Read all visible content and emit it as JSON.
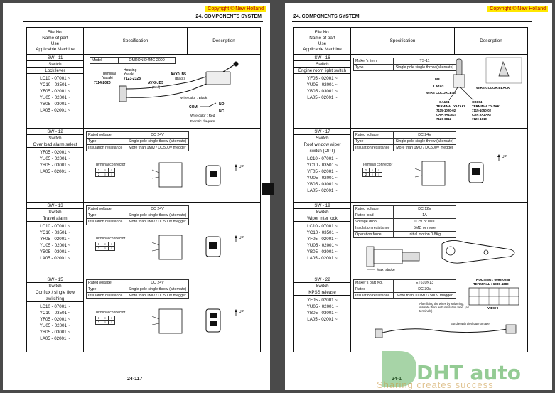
{
  "copyright": "Copyright © New Holland",
  "section_title": "24. COMPONENTS SYSTEM",
  "table_header": {
    "col1": [
      "File No.",
      "Name of part",
      "Use",
      "Applicable Machine"
    ],
    "col2": "Specification",
    "col3": "Description"
  },
  "left_page": {
    "page_number": "24-117",
    "rows": [
      {
        "lines": [
          "SW - 11",
          "Switch",
          "Lock lever"
        ],
        "machines": [
          "LC10 - 07001 ~",
          "YC10 - 03501 ~",
          "YF05 - 02001 ~",
          "YU05 - 02001 ~",
          "YB05 - 03001 ~",
          "LA05 - 02001 ~"
        ],
        "model_label": "Model",
        "model_value": "OMRON D4MC-2000",
        "diagram_labels": {
          "terminal": "Terminal",
          "yazaki": "Yazaki",
          "terminal_part": "7114-2020",
          "housing": "Housing",
          "housing_yazaki": "Yazaki",
          "housing_part": "7123-2328",
          "wire_b5": "AVX0. B5",
          "wire_b5_color": "(Black)",
          "wire_r5": "AVX0. B5",
          "wire_r5_color": "(Red)",
          "wire_color_black": "Wire color : Black",
          "com": "COM",
          "no": "NO",
          "nc": "NC",
          "wire_color_red": "Wire color : Red",
          "electric_diagram": "Electric diagram"
        }
      },
      {
        "lines": [
          "SW - 12",
          "Switch",
          "Over load alarm select"
        ],
        "machines": [
          "YF05 - 02001 ~",
          "YU05 - 02001 ~",
          "YB05 - 03001 ~",
          "LA05 - 02001 ~"
        ],
        "spec": [
          [
            "Rated voltage",
            "DC 24V"
          ],
          [
            "Type",
            "Single pole single throw (alternate)"
          ],
          [
            "Insulation resistance",
            "More than 1MΩ / DC500V megger"
          ]
        ],
        "connector_label": "Terminal connector",
        "up_label": "UP"
      },
      {
        "lines": [
          "SW - 13",
          "Switch",
          "Travel alarm"
        ],
        "machines": [
          "LC10 - 07001 ~",
          "YC10 - 03501 ~",
          "YF05 - 02001 ~",
          "YU05 - 02001 ~",
          "YB05 - 03001 ~",
          "LA05 - 02001 ~"
        ],
        "spec": [
          [
            "Rated voltage",
            "DC 24V"
          ],
          [
            "Type",
            "Single pole single throw (alternate)"
          ],
          [
            "Insulation resistance",
            "More than 1MΩ / DC500V megger"
          ]
        ],
        "connector_label": "Terminal connector",
        "up_label": "UP"
      },
      {
        "lines": [
          "SW - 15",
          "Switch",
          "Conflux / single flow",
          "switching"
        ],
        "machines": [
          "LC10 - 07001 ~",
          "YC10 - 03501 ~",
          "YF05 - 02001 ~",
          "YU05 - 02001 ~",
          "YB05 - 03001 ~",
          "LA05 - 02001 ~"
        ],
        "spec": [
          [
            "Rated voltage",
            "DC 24V"
          ],
          [
            "Type",
            "Single pole single throw (alternate)"
          ],
          [
            "Insulation resistance",
            "More than 1MΩ / DC500V megger"
          ]
        ],
        "connector_label": "Terminal connector",
        "up_label": "UP"
      }
    ]
  },
  "right_page": {
    "page_number": "24-1",
    "rows": [
      {
        "lines": [
          "SW - 16",
          "Switch",
          "Engine room light switch"
        ],
        "machines": [
          "YF05 - 02001 ~",
          "YU05 - 02001 ~",
          "YB05 - 03001 ~",
          "LA05 - 02001 ~"
        ],
        "spec": [
          [
            "Maker's item",
            "TS-11"
          ],
          [
            "Type",
            "Single pole single throw (alternate)"
          ]
        ],
        "diagram_labels": {
          "m3": "M3",
          "la103": "LA103",
          "wire_colorless": "WIRE COLORLESS",
          "wire_color_black": "WIRE COLOR:BLACK",
          "ca104": "CA104",
          "ca104_term": "TERMINAL:YAZAKI",
          "ca104_part1": "7115-1020-02",
          "ca104_cap": "CAP:YAZAKI",
          "ca104_part2": "7120-8812",
          "cb104": "CB104",
          "cb104_term": "TERMINAL:YAZAKI",
          "cb104_part1": "7115-1050-02",
          "cb104_cap": "CAP:YAZAKI",
          "cb104_part2": "7120-1010"
        }
      },
      {
        "lines": [
          "SW - 17",
          "Switch",
          "Roof window wiper",
          "switch (OPT)"
        ],
        "machines": [
          "LC10 - 07001 ~",
          "YC10 - 03501 ~",
          "YF05 - 02001 ~",
          "YU05 - 02001 ~",
          "YB05 - 03001 ~",
          "LA05 - 02001 ~"
        ],
        "spec": [
          [
            "Rated voltage",
            "DC 24V"
          ],
          [
            "Type",
            "Single pole single throw (alternate)"
          ],
          [
            "Insulation resistance",
            "More than 1MΩ / DC500V megger"
          ]
        ],
        "connector_label": "Terminal connector",
        "up_label": "UP"
      },
      {
        "lines": [
          "SW - 19",
          "Switch",
          "Wiper inter lock"
        ],
        "machines": [
          "LC10 - 07001 ~",
          "YC10 - 03501 ~",
          "YF05 - 02001 ~",
          "YU05 - 02001 ~",
          "YB05 - 03001 ~",
          "LA05 - 02001 ~"
        ],
        "spec": [
          [
            "Rated voltage",
            "DC 12V"
          ],
          [
            "Rated load",
            "1A"
          ],
          [
            "Voltage drop",
            "0.2V or less"
          ],
          [
            "Insulation resistance",
            "5MΩ or more"
          ],
          [
            "Operation force",
            "Initial motion 0.8Kg"
          ]
        ],
        "max_stroke": "Max. stroke"
      },
      {
        "lines": [
          "SW - 22",
          "Switch",
          "KPSS release"
        ],
        "machines": [
          "YF05 - 02001 ~",
          "YU05 - 02001 ~",
          "YB05 - 03001 ~",
          "LA05 - 02001 ~"
        ],
        "spec": [
          [
            "Maker's part No.",
            "ET610N13"
          ],
          [
            "Rated",
            "DC 30V"
          ],
          [
            "Insulation resistance",
            "More than 100MΩ / 500V megger"
          ]
        ],
        "housing": "HOUSING : 6098-0258",
        "terminal": "TERMINAL : 6330-4380",
        "view": "VIEW I",
        "solder_note": "After fixing the wires by soldering, insulate them with insulation tape. (all terminals)",
        "bundle_note": "Bundle with vinyl tape or tape."
      }
    ]
  },
  "watermark": {
    "name": "DHT auto",
    "tagline": "Sharing creates success"
  },
  "colors": {
    "copyright_bg": "#ffe800",
    "copyright_text": "#b40000",
    "watermark_green": "#3ca03c",
    "watermark_gold": "#c8963c"
  }
}
